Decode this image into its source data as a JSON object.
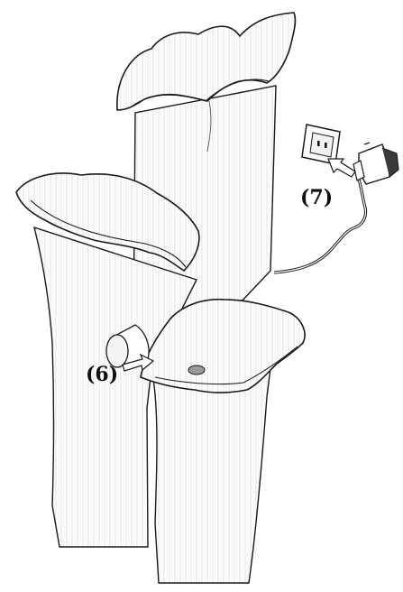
{
  "figure": {
    "callouts": {
      "pump_label": "(6)",
      "plug_label": "(7)"
    },
    "colors": {
      "ink": "#1a1a1a",
      "paper": "#ffffff",
      "shade": "#eeeeee"
    },
    "icons": {
      "fountain": "calla-lily-fountain-illustration",
      "pump": "pump-cylinder-icon",
      "socket": "wall-socket-icon",
      "adapter": "power-adapter-icon",
      "arrow": "pointer-arrow-icon"
    }
  }
}
